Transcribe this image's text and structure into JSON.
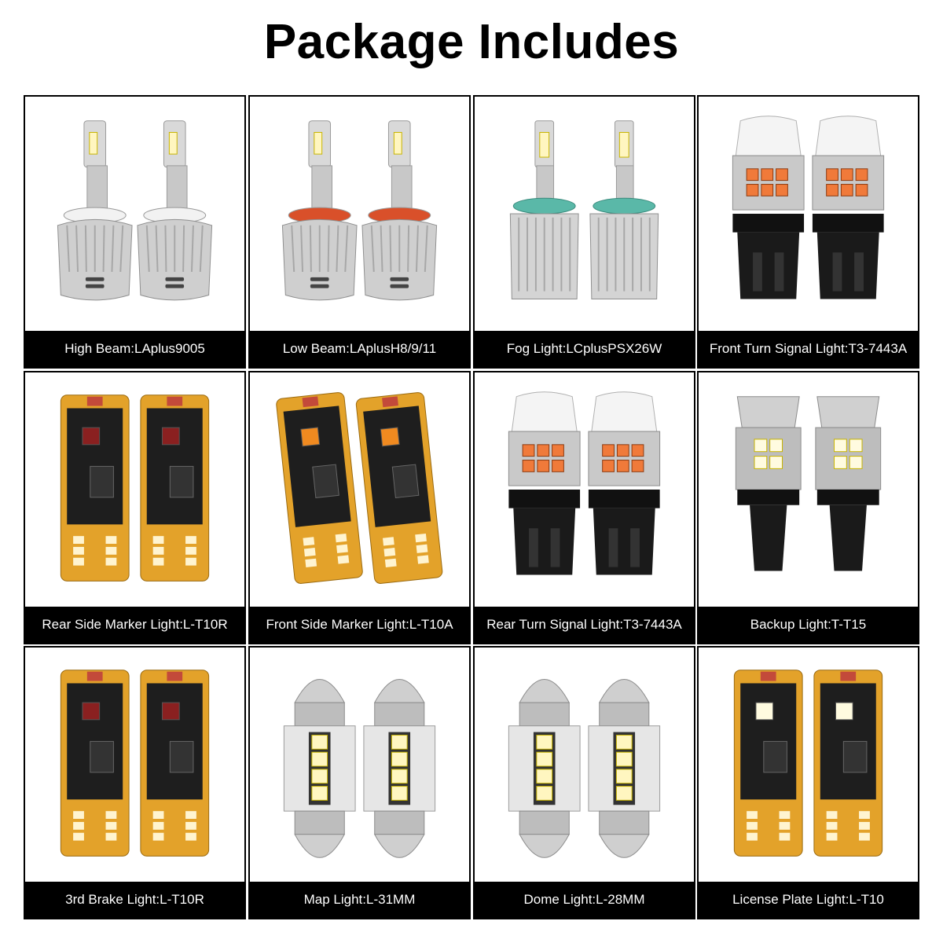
{
  "title": "Package Includes",
  "colors": {
    "background": "#ffffff",
    "caption_bar": "#000000",
    "caption_text": "#ffffff",
    "border": "#000000"
  },
  "items": [
    {
      "label": "High Beam:LAplus9005",
      "icon": "h-bulb-icon"
    },
    {
      "label": "Low Beam:LAplusH8/9/11",
      "icon": "h-bulb-orange-ring-icon"
    },
    {
      "label": "Fog Light:LCplusPSX26W",
      "icon": "fog-bulb-icon"
    },
    {
      "label": "Front Turn Signal Light:T3-7443A",
      "icon": "t20-bulb-amber-icon"
    },
    {
      "label": "Rear Side Marker Light:L-T10R",
      "icon": "t10-board-red-icon"
    },
    {
      "label": "Front Side Marker Light:L-T10A",
      "icon": "t10-board-amber-icon"
    },
    {
      "label": "Rear Turn Signal Light:T3-7443A",
      "icon": "t20-bulb-amber-icon"
    },
    {
      "label": "Backup Light:T-T15",
      "icon": "t15-bulb-white-icon"
    },
    {
      "label": "3rd Brake Light:L-T10R",
      "icon": "t10-board-red-icon"
    },
    {
      "label": "Map Light:L-31MM",
      "icon": "festoon-31mm-icon"
    },
    {
      "label": "Dome Light:L-28MM",
      "icon": "festoon-28mm-icon"
    },
    {
      "label": "License Plate Light:L-T10",
      "icon": "t10-board-white-icon"
    }
  ]
}
